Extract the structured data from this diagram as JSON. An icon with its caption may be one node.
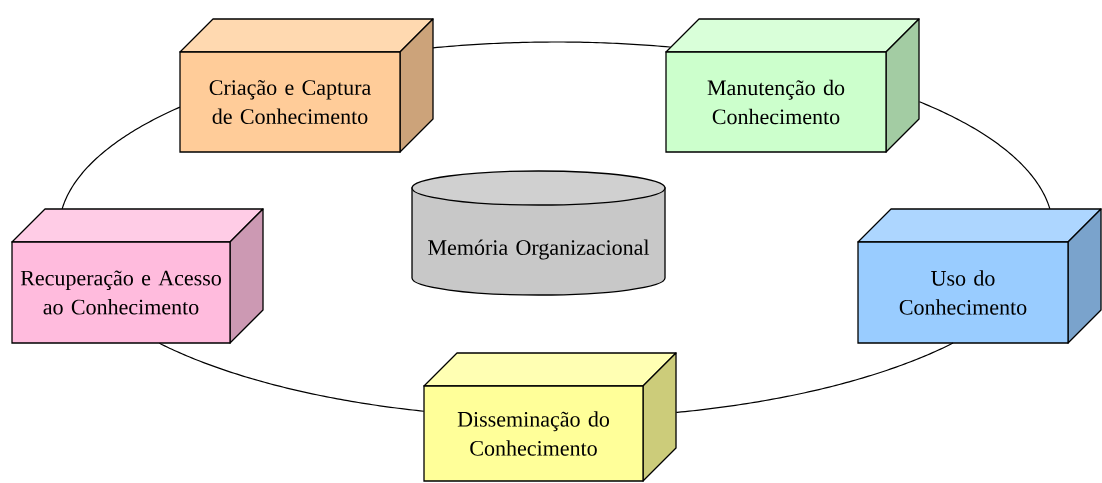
{
  "diagram": {
    "nodes": [
      {
        "text": [
          "Criação e Captura de Conhecimento"
        ]
      },
      {
        "text": [
          "Manutenção do Conhecimento"
        ]
      },
      {
        "text": [
          "Memória Organizacional"
        ]
      },
      {
        "text": [
          "Recuperação e Acesso ao Conhecimento"
        ]
      },
      {
        "text": [
          "Uso do Conhecimento"
        ]
      },
      {
        "text": [
          "Disseminação do Conhecimento"
        ]
      }
    ],
    "edges": [
      {
        "from": 0,
        "to": 1,
        "arrow": "none"
      },
      {
        "from": 1,
        "to": 4,
        "arrow": "none"
      },
      {
        "from": 4,
        "to": 5,
        "arrow": "none"
      },
      {
        "from": 5,
        "to": 3,
        "arrow": "none"
      },
      {
        "from": 3,
        "to": 0,
        "arrow": "none"
      }
    ]
  }
}
